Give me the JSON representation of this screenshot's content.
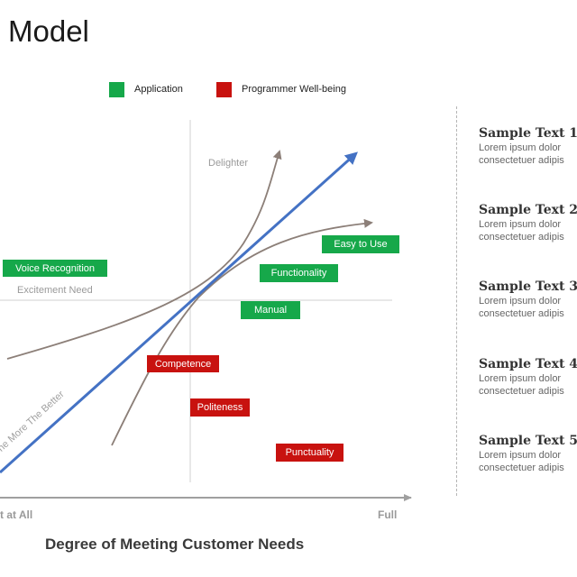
{
  "title": "Model",
  "legend": [
    {
      "label": "Application",
      "color": "#16a84a"
    },
    {
      "label": "Programmer Well-being",
      "color": "#c8120f"
    }
  ],
  "curve_labels": {
    "delighter": "Delighter",
    "excitement_need": "Excitement Need",
    "diagonal": "The More The Better"
  },
  "tags": [
    {
      "label": "Voice Recognition",
      "category": "Application"
    },
    {
      "label": "Easy to Use",
      "category": "Application"
    },
    {
      "label": "Functionality",
      "category": "Application"
    },
    {
      "label": "Manual",
      "category": "Application"
    },
    {
      "label": "Competence",
      "category": "Programmer Well-being"
    },
    {
      "label": "Politeness",
      "category": "Programmer Well-being"
    },
    {
      "label": "Punctuality",
      "category": "Programmer Well-being"
    }
  ],
  "axis": {
    "x_start": "t at All",
    "x_end": "Full",
    "x_label": "Degree of Meeting Customer Needs"
  },
  "samples": [
    {
      "title": "Sample Text 1",
      "line1": "Lorem ipsum dolor",
      "line2": "consectetuer adipis"
    },
    {
      "title": "Sample Text 2",
      "line1": "Lorem ipsum dolor",
      "line2": "consectetuer adipis"
    },
    {
      "title": "Sample Text 3",
      "line1": "Lorem ipsum dolor",
      "line2": "consectetuer adipis"
    },
    {
      "title": "Sample Text 4",
      "line1": "Lorem ipsum dolor",
      "line2": "consectetuer adipis"
    },
    {
      "title": "Sample Text 5",
      "line1": "Lorem ipsum dolor",
      "line2": "consectetuer adipis"
    }
  ],
  "colors": {
    "application": "#16a84a",
    "wellbeing": "#c8120f",
    "diagonal": "#4472c4",
    "curve": "#8c7f78",
    "axis": "#a0a0a0"
  }
}
